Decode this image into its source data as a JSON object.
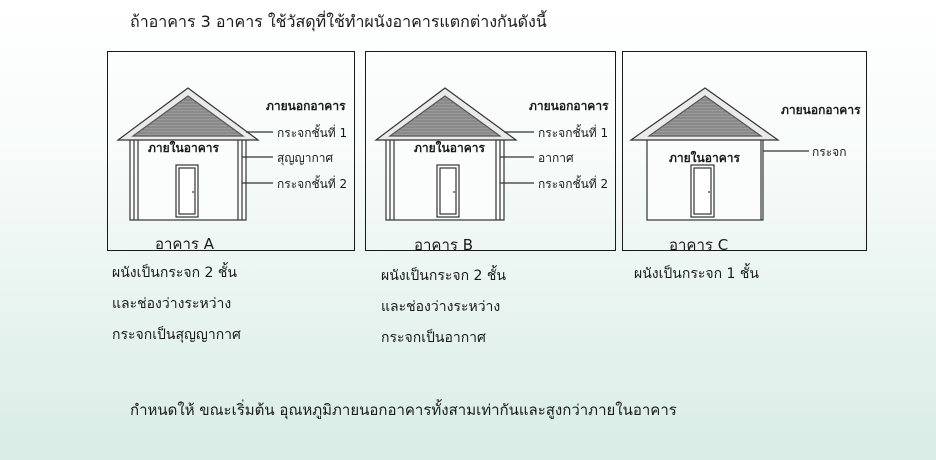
{
  "title": "ถ้าอาคาร 3 อาคาร ใช้วัสดุที่ใช้ทำผนังอาคารแตกต่างกันดังนี้",
  "buildings": [
    {
      "name": "อาคาร A",
      "outside": "ภายนอกอาคาร",
      "inside": "ภายในอาคาร",
      "callouts": [
        "กระจกชั้นที่ 1",
        "สุญญากาศ",
        "กระจกชั้นที่ 2"
      ],
      "desc": [
        "ผนังเป็นกระจก 2 ชั้น",
        "และช่องว่างระหว่าง",
        "กระจกเป็นสุญญากาศ"
      ]
    },
    {
      "name": "อาคาร B",
      "outside": "ภายนอกอาคาร",
      "inside": "ภายในอาคาร",
      "callouts": [
        "กระจกชั้นที่ 1",
        "อากาศ",
        "กระจกชั้นที่ 2"
      ],
      "desc": [
        "ผนังเป็นกระจก 2 ชั้น",
        "และช่องว่างระหว่าง",
        "กระจกเป็นอากาศ"
      ]
    },
    {
      "name": "อาคาร C",
      "outside": "ภายนอกอาคาร",
      "inside": "ภายในอาคาร",
      "callouts": [
        "กระจก"
      ],
      "desc": [
        "ผนังเป็นกระจก 1 ชั้น"
      ]
    }
  ],
  "footer": "กำหนดให้ ขณะเริ่มต้น อุณหภูมิภายนอกอาคารทั้งสามเท่ากันและสูงกว่าภายในอาคาร"
}
